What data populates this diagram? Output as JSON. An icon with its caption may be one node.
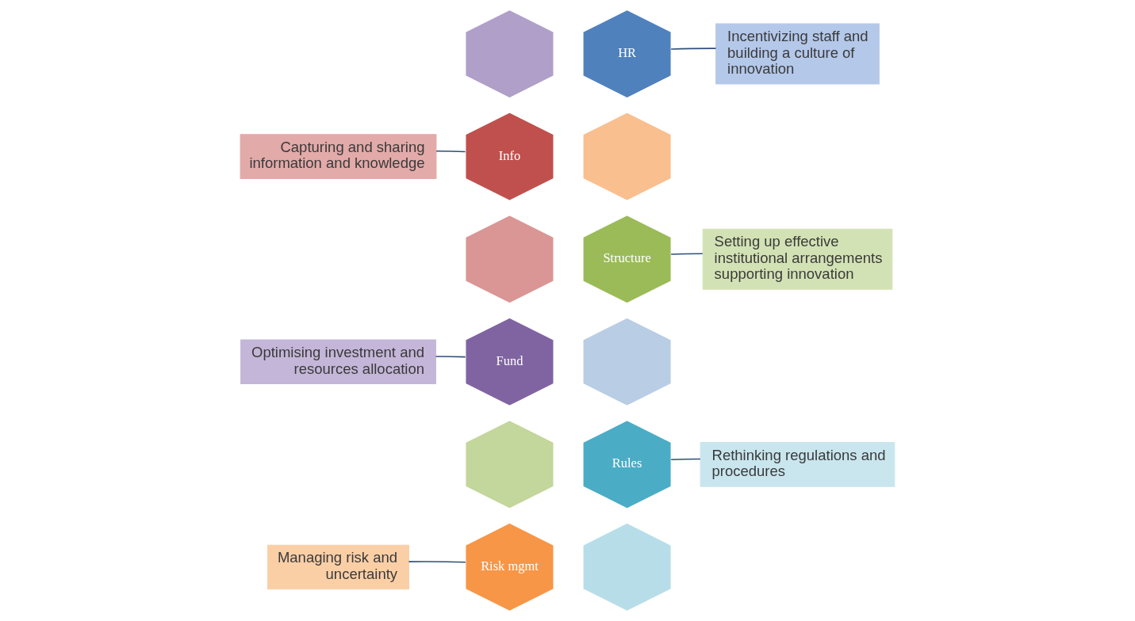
{
  "diagram": {
    "nodes": [
      {
        "text": [],
        "shape": "hexagon"
      },
      {
        "text": [
          "HR"
        ]
      },
      {
        "text": [
          "Incentivizing staff and building a culture of innovation"
        ]
      },
      {
        "text": [
          "Capturing and sharing information and knowledge"
        ]
      },
      {
        "text": [
          "Info"
        ]
      },
      {
        "text": [],
        "shape": "hexagon"
      },
      {
        "text": [
          "Setting up effective institutional arrangements supporting innovation"
        ]
      },
      {
        "text": [],
        "shape": "hexagon"
      },
      {
        "text": [
          "Structure"
        ]
      },
      {
        "text": [
          "Optimising investment and resources allocation"
        ]
      },
      {
        "text": [
          "Fund"
        ]
      },
      {
        "text": [],
        "shape": "hexagon"
      },
      {
        "text": [
          "Rethinking regulations and procedures"
        ]
      },
      {
        "text": [],
        "shape": "hexagon"
      },
      {
        "text": [
          "Rules"
        ]
      },
      {
        "text": [
          "Managing risk and uncertainty"
        ]
      },
      {
        "text": [
          "Risk mgmt"
        ]
      },
      {
        "text": [],
        "shape": "hexagon"
      }
    ],
    "edges": [
      {
        "from": 2,
        "to": 1,
        "arrow": "none"
      },
      {
        "from": 3,
        "to": 4,
        "arrow": "none"
      },
      {
        "from": 6,
        "to": 8,
        "arrow": "none"
      },
      {
        "from": 9,
        "to": 10,
        "arrow": "none"
      },
      {
        "from": 12,
        "to": 14,
        "arrow": "none"
      },
      {
        "from": 15,
        "to": 16,
        "arrow": "none"
      }
    ]
  }
}
